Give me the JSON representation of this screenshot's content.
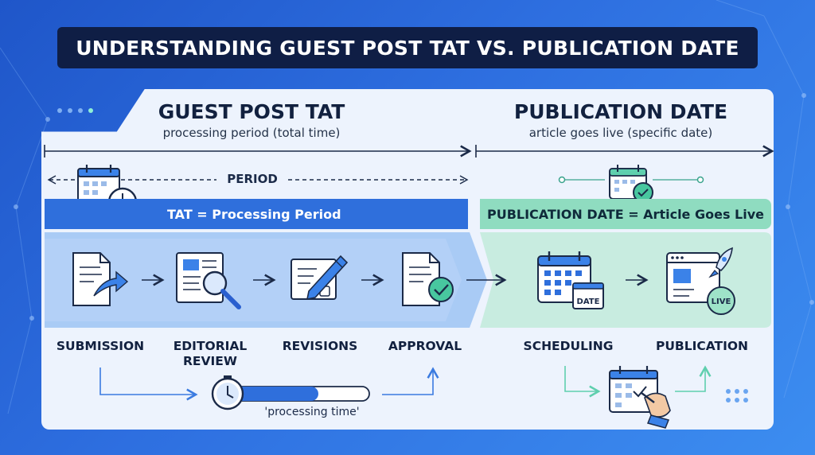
{
  "title": "UNDERSTANDING GUEST POST TAT VS. PUBLICATION DATE",
  "tat": {
    "heading": "GUEST POST TAT",
    "subheading": "processing period (total time)",
    "period_label": "PERIOD",
    "band_label": "TAT = Processing Period",
    "steps": [
      "SUBMISSION",
      "EDITORIAL REVIEW",
      "REVISIONS",
      "APPROVAL"
    ],
    "timer_caption": "'processing time'"
  },
  "publication": {
    "heading": "PUBLICATION DATE",
    "subheading": "article goes live (specific date)",
    "band_label": "PUBLICATION DATE = Article Goes Live",
    "steps": [
      "SCHEDULING",
      "PUBLICATION"
    ],
    "date_tag": "DATE",
    "live_badge": "LIVE"
  },
  "colors": {
    "background": "#2563d6",
    "title_bar": "#0f1e45",
    "tat_band": "#2f6fdc",
    "pub_band": "#8fdcc0",
    "tat_panel": "#a9cbf5",
    "pub_panel": "#c8ece0"
  },
  "icons": [
    "document-arrow-icon",
    "newspaper-magnifier-icon",
    "pencil-edit-icon",
    "document-check-icon",
    "calendar-icon",
    "browser-rocket-icon",
    "calendar-clock-icon",
    "calendar-check-icon",
    "stopwatch-icon",
    "calendar-hand-icon"
  ]
}
